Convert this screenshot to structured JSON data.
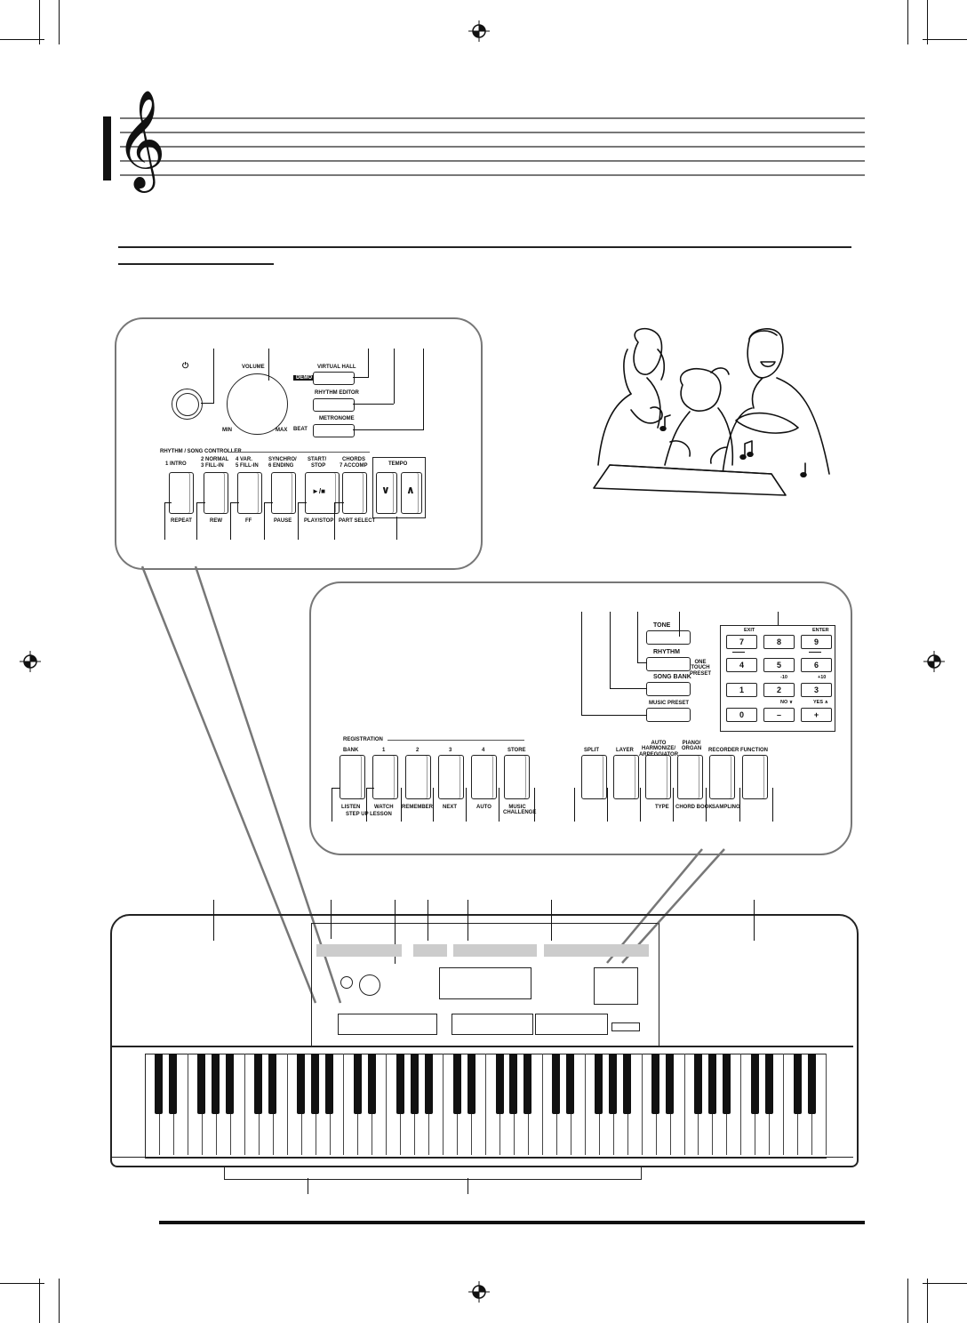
{
  "colors": {
    "ink": "#111111",
    "callout_border": "#777777",
    "staff": "#777777"
  },
  "icons": {
    "clef": "treble-clef",
    "power": "power-symbol",
    "reg_mark": "registration-crosshair"
  },
  "panel_top": {
    "power_symbol": "⏻",
    "volume": {
      "label": "VOLUME",
      "min": "MIN",
      "max": "MAX"
    },
    "demo_tag": "DEMO",
    "virtual_hall": "VIRTUAL HALL",
    "rhythm_editor": "RHYTHM EDITOR",
    "metronome": "METRONOME",
    "beat": "BEAT",
    "section_title": "RHYTHM / SONG CONTROLLER",
    "buttons": [
      {
        "top1": "1 INTRO",
        "top2": "",
        "bottom": "REPEAT"
      },
      {
        "top1": "2 NORMAL",
        "top2": "3 FILL-IN",
        "bottom": "REW"
      },
      {
        "top1": "4 VAR.",
        "top2": "5 FILL-IN",
        "bottom": "FF"
      },
      {
        "top1": "SYNCHRO/",
        "top2": "6 ENDING",
        "bottom": "PAUSE"
      },
      {
        "top1": "START/",
        "top2": "STOP",
        "bottom": "PLAY/STOP"
      },
      {
        "top1": "CHORDS",
        "top2": "7 ACCOMP",
        "bottom": "PART SELECT"
      }
    ],
    "play_glyph": "►/■",
    "tempo": "TEMPO",
    "tempo_down": "∨",
    "tempo_up": "∧"
  },
  "panel_bottom": {
    "tone": "TONE",
    "rhythm": "RHYTHM",
    "one_touch_preset": "ONE TOUCH PRESET",
    "song_bank": "SONG BANK",
    "music_preset": "MUSIC PRESET",
    "keypad": {
      "exit": "EXIT",
      "enter": "ENTER",
      "minus10": "-10",
      "plus10": "+10",
      "no": "NO ∨",
      "yes": "YES ∧",
      "keys": [
        "7",
        "8",
        "9",
        "4",
        "5",
        "6",
        "1",
        "2",
        "3",
        "0",
        "–",
        "+"
      ]
    },
    "registration": "REGISTRATION",
    "reg_tops": [
      "BANK",
      "1",
      "2",
      "3",
      "4",
      "STORE"
    ],
    "reg_bottoms": [
      "LISTEN",
      "WATCH",
      "REMEMBER",
      "NEXT",
      "AUTO",
      "MUSIC CHALLENGE"
    ],
    "step_up_lesson": "STEP UP LESSON",
    "right_tops": [
      "SPLIT",
      "LAYER",
      "AUTO HARMONIZE/ ARPEGGIATOR",
      "PIANO/ ORGAN",
      "RECORDER",
      "FUNCTION"
    ],
    "right_bottoms": [
      "",
      "",
      "TYPE",
      "CHORD BOOK",
      "SAMPLING",
      ""
    ]
  }
}
